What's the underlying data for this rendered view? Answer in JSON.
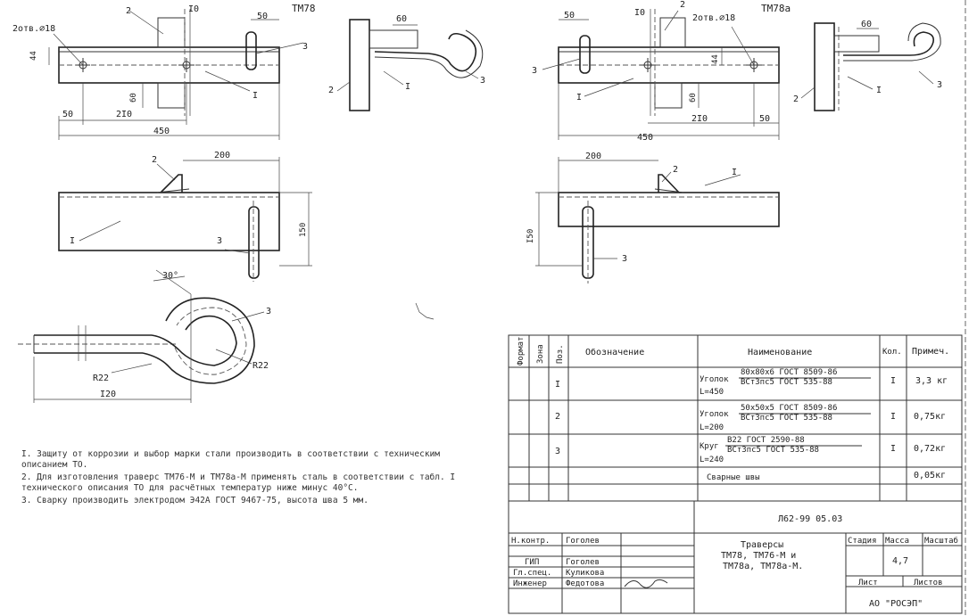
{
  "left_drawing": {
    "code": "ТМ78",
    "holes_label": "2отв.∅18",
    "dims": {
      "d44": "44",
      "d60_top": "60",
      "d50_top": "50",
      "d10": "I0",
      "d60_vert": "60",
      "d50_bottom": "50",
      "d210": "2I0",
      "d450": "450",
      "d200": "200",
      "d150": "150",
      "angle": "30°",
      "r22_left": "R22",
      "r22_right": "R22",
      "d120": "I20"
    },
    "pos": {
      "p1": "I",
      "p2": "2",
      "p3": "3"
    }
  },
  "right_drawing": {
    "code": "ТМ78а",
    "holes_label": "2отв.∅18",
    "dims": {
      "d50_top": "50",
      "d10": "I0",
      "d60_top": "60",
      "d44": "44",
      "d60_vert": "60",
      "d210": "2I0",
      "d50_bottom": "50",
      "d450": "450",
      "d200": "200",
      "d150": "I50"
    },
    "pos": {
      "p1": "I",
      "p2": "2",
      "p3": "3"
    }
  },
  "notes": [
    "I. Защиту от коррозии и выбор марки стали производить в соответствии с техническим описанием ТО.",
    "2. Для изготовления траверс ТМ76-М и ТМ78а-М применять сталь в соответствии с табл. I технического описания ТО для расчётных температур ниже минус 40°С.",
    "3. Сварку производить электродом Э42А ГОСТ 9467-75, высота шва 5 мм."
  ],
  "spec_table": {
    "headers": {
      "format": "Формат",
      "zone": "Зона",
      "pos": "Поз.",
      "designation": "Обозначение",
      "name": "Наименование",
      "qty": "Кол.",
      "note": "Примеч."
    },
    "rows": [
      {
        "pos": "I",
        "name_a": "Уголок",
        "name_b": "80х80х6 ГОСТ 8509-86",
        "name_c": "ВСт3пс5 ГОСТ 535-88",
        "name_d": "L=450",
        "qty": "I",
        "note": "3,3 кг"
      },
      {
        "pos": "2",
        "name_a": "Уголок",
        "name_b": "50х50х5 ГОСТ 8509-86",
        "name_c": "ВСт3пс5 ГОСТ 535-88",
        "name_d": "L=200",
        "qty": "I",
        "note": "0,75кг"
      },
      {
        "pos": "3",
        "name_a": "Круг",
        "name_b": "В22 ГОСТ 2590-88",
        "name_c": "ВСт3пс5 ГОСТ 535-88",
        "name_d": "L=240",
        "qty": "I",
        "note": "0,72кг"
      }
    ],
    "welds": "Сварные швы",
    "welds_mass": "0,05кг"
  },
  "title_block": {
    "doc_number": "Л62-99 05.03",
    "title": "Траверсы ТМ78, ТМ76-М и ТМ78а, ТМ78а-М.",
    "title_l1": "Траверсы",
    "title_l2": "ТМ78, ТМ76-М и",
    "title_l3": "ТМ78а, ТМ78а-М.",
    "stage": "Стадия",
    "mass": "Масса",
    "scale": "Масштаб",
    "mass_value": "4,7",
    "sheet": "Лист",
    "sheets": "Листов",
    "org": "АО \"РОСЭП\"",
    "signers": [
      {
        "role": "Н.контр.",
        "name": "Гоголев"
      },
      {
        "role": "ГИП",
        "name": "Гоголев"
      },
      {
        "role": "Гл.спец.",
        "name": "Куликова"
      },
      {
        "role": "Инженер",
        "name": "Федотова"
      }
    ]
  }
}
